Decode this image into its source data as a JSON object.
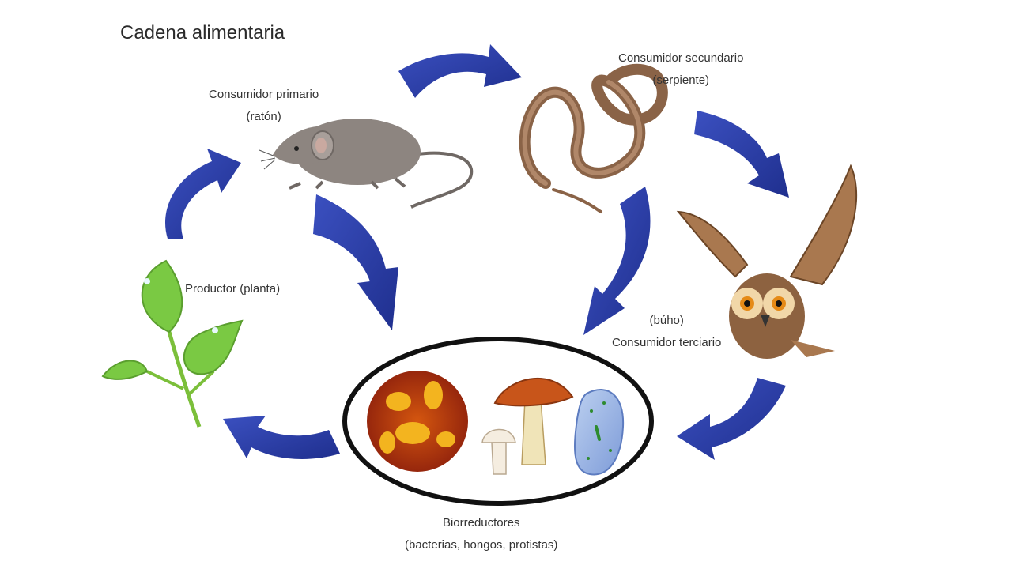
{
  "title": "Cadena alimentaria",
  "nodes": {
    "productor": {
      "label": "Productor (planta)"
    },
    "primario": {
      "line1": "Consumidor primario",
      "line2": "(ratón)"
    },
    "secundario": {
      "line1": "Consumidor secundario",
      "line2": "(serpiente)"
    },
    "terciario": {
      "line1": "(búho)",
      "line2": "Consumidor terciario"
    },
    "biorreductores": {
      "line1": "Biorreductores",
      "line2": "(bacterias, hongos, protistas)"
    }
  },
  "colors": {
    "arrow": "#2c3fa4",
    "arrow_dark": "#1e2d88",
    "ellipse": "#111111",
    "leaf": "#7ac943",
    "mouse": "#8d8580",
    "snake": "#8a6347",
    "owl": "#a9784f"
  },
  "icons": [
    "leaf-plant-icon",
    "mouse-icon",
    "snake-icon",
    "owl-icon",
    "bacteria-icon",
    "mushroom-icon",
    "protist-icon"
  ]
}
